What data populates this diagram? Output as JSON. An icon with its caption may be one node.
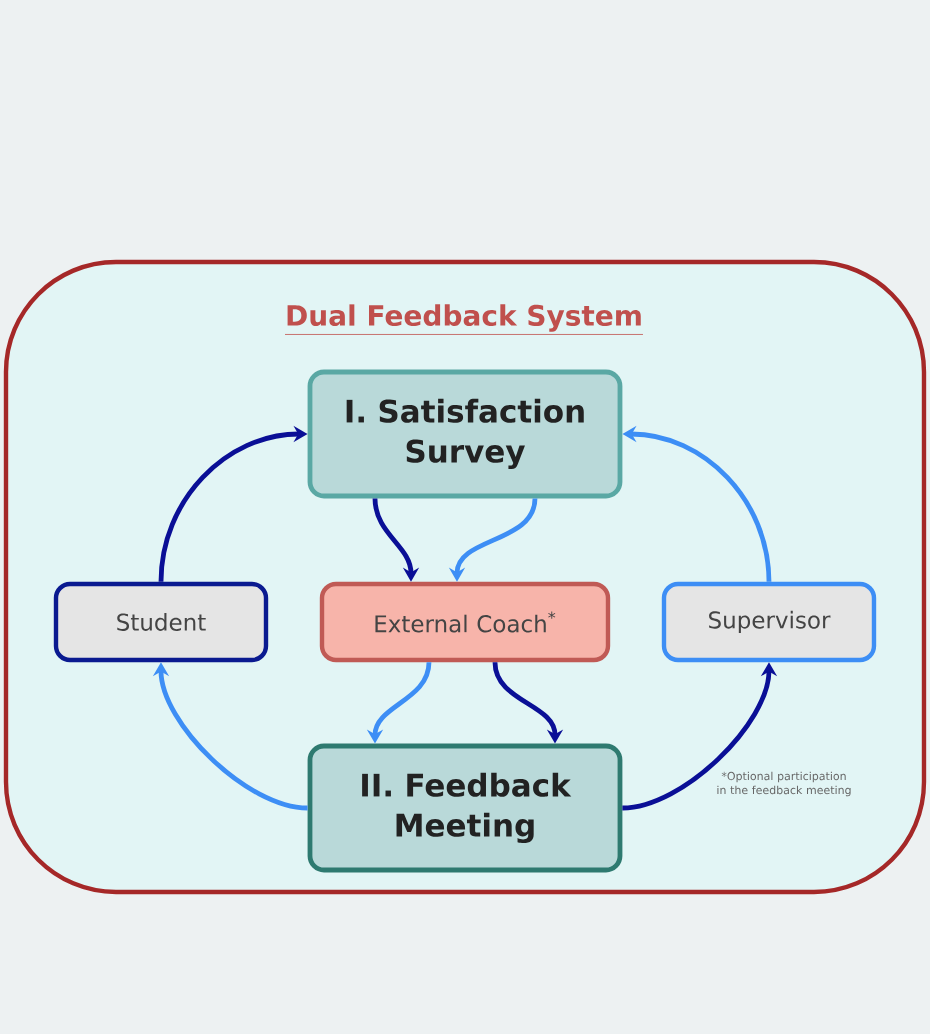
{
  "diagram": {
    "nodes": [
      {
        "text": [
          "Dual Feedback System"
        ]
      },
      {
        "text": [
          "I. Satisfaction Survey"
        ],
        "in": 0
      },
      {
        "text": [
          "Student"
        ],
        "in": 0
      },
      {
        "text": [
          "External Coach$^{*}$"
        ],
        "in": 0
      },
      {
        "text": [
          "Supervisor"
        ],
        "in": 0
      },
      {
        "text": [
          "II. Feedback Meeting"
        ],
        "in": 0
      }
    ],
    "edges": [
      {
        "from": 2,
        "to": 1,
        "arrow": "to",
        "color": "#0a0f96"
      },
      {
        "from": 4,
        "to": 1,
        "arrow": "to",
        "color": "#3d8ef5"
      },
      {
        "from": 1,
        "to": 3,
        "arrow": "to",
        "color": "#0a0f96"
      },
      {
        "from": 1,
        "to": 3,
        "arrow": "to",
        "color": "#3d8ef5"
      },
      {
        "from": 3,
        "to": 5,
        "arrow": "to",
        "color": "#3d8ef5"
      },
      {
        "from": 3,
        "to": 5,
        "arrow": "to",
        "color": "#0a0f96"
      },
      {
        "from": 5,
        "to": 2,
        "arrow": "to",
        "color": "#3d8ef5"
      },
      {
        "from": 5,
        "to": 4,
        "arrow": "to",
        "color": "#0a0f96"
      }
    ],
    "labels": [
      "*Optional participation in the feedback meeting"
    ]
  }
}
